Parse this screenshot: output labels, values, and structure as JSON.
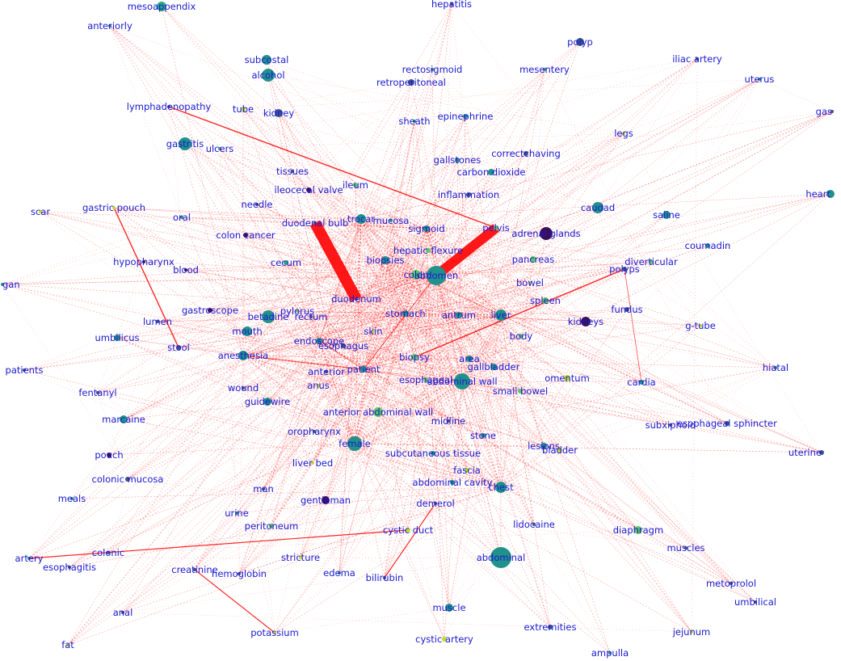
{
  "graph": {
    "edge_color": "#ff0000",
    "label_color": "#1a1ad0",
    "node_palette": [
      "#3b0f57",
      "#3b528b",
      "#21918c",
      "#2aa784",
      "#5ec962",
      "#bddf26"
    ],
    "nodes": [
      {
        "id": "mesoappendix",
        "label": "mesoappendix",
        "c": 3
      },
      {
        "id": "hepatitis",
        "label": "hepatitis",
        "c": 1
      },
      {
        "id": "anteriorly",
        "label": "anteriorly",
        "c": 2
      },
      {
        "id": "polyp",
        "label": "polyp",
        "c": 1
      },
      {
        "id": "subcostal",
        "label": "subcostal",
        "c": 2
      },
      {
        "id": "alcohol",
        "label": "alcohol",
        "c": 2
      },
      {
        "id": "rectosigmoid",
        "label": "rectosigmoid",
        "c": 2
      },
      {
        "id": "retroperitoneal",
        "label": "retroperitoneal",
        "c": 1
      },
      {
        "id": "mesentery",
        "label": "mesentery",
        "c": 3
      },
      {
        "id": "iliac-artery",
        "label": "iliac artery",
        "c": 1
      },
      {
        "id": "uterus",
        "label": "uterus",
        "c": 2
      },
      {
        "id": "lymphadenopathy",
        "label": "lymphadenopathy",
        "c": 1
      },
      {
        "id": "tube",
        "label": "tube",
        "c": 5
      },
      {
        "id": "kidney",
        "label": "kidney",
        "c": 1
      },
      {
        "id": "gas",
        "label": "gas",
        "c": 1
      },
      {
        "id": "sheath",
        "label": "sheath",
        "c": 2
      },
      {
        "id": "epinephrine",
        "label": "epinephrine",
        "c": 2
      },
      {
        "id": "legs",
        "label": "legs",
        "c": 5
      },
      {
        "id": "gastritis",
        "label": "gastritis",
        "c": 2
      },
      {
        "id": "ulcers",
        "label": "ulcers",
        "c": 3
      },
      {
        "id": "correctchaving",
        "label": "correctchaving",
        "c": 1
      },
      {
        "id": "gallstones",
        "label": "gallstones",
        "c": 2
      },
      {
        "id": "carbon-dioxide",
        "label": "carbon dioxide",
        "c": 2
      },
      {
        "id": "tissues",
        "label": "tissues",
        "c": 1
      },
      {
        "id": "ileocecal-valve",
        "label": "ileocecal valve",
        "c": 0
      },
      {
        "id": "ileum",
        "label": "ileum",
        "c": 4
      },
      {
        "id": "inflammation",
        "label": "inflammation",
        "c": 1
      },
      {
        "id": "heart",
        "label": "heart",
        "c": 2
      },
      {
        "id": "scar",
        "label": "scar",
        "c": 5
      },
      {
        "id": "gastric-pouch",
        "label": "gastric pouch",
        "c": 5
      },
      {
        "id": "needle",
        "label": "needle",
        "c": 1
      },
      {
        "id": "oral",
        "label": "oral",
        "c": 2
      },
      {
        "id": "duodenal-bulb",
        "label": "duodenal bulb",
        "c": 1
      },
      {
        "id": "trocar",
        "label": "trocar",
        "c": 2
      },
      {
        "id": "mucosa",
        "label": "mucosa",
        "c": 2
      },
      {
        "id": "pelvis",
        "label": "pelvis",
        "c": 4
      },
      {
        "id": "caudad",
        "label": "caudad",
        "c": 2
      },
      {
        "id": "saline",
        "label": "saline",
        "c": 2
      },
      {
        "id": "sigmoid",
        "label": "sigmoid",
        "c": 2
      },
      {
        "id": "colon-cancer",
        "label": "colon cancer",
        "c": 0
      },
      {
        "id": "adrenal-glands",
        "label": "adrenal glands",
        "c": 0
      },
      {
        "id": "hepatic-flexure",
        "label": "hepatic flexure",
        "c": 4
      },
      {
        "id": "coumadin",
        "label": "coumadin",
        "c": 2
      },
      {
        "id": "hypopharynx",
        "label": "hypopharynx",
        "c": 0
      },
      {
        "id": "cecum",
        "label": "cecum",
        "c": 3
      },
      {
        "id": "biopsies",
        "label": "biopsies",
        "c": 2
      },
      {
        "id": "pancreas",
        "label": "pancreas",
        "c": 4
      },
      {
        "id": "diverticular",
        "label": "diverticular",
        "c": 4
      },
      {
        "id": "polyps",
        "label": "polyps",
        "c": 1
      },
      {
        "id": "colon",
        "label": "colon",
        "c": 4
      },
      {
        "id": "abdomen",
        "label": "abdomen",
        "c": 2
      },
      {
        "id": "blood",
        "label": "blood",
        "c": 0
      },
      {
        "id": "bowel",
        "label": "bowel",
        "c": 5
      },
      {
        "id": "gan",
        "label": "gan",
        "c": 2
      },
      {
        "id": "duodenum",
        "label": "duodenum",
        "c": 1
      },
      {
        "id": "spleen",
        "label": "spleen",
        "c": 4
      },
      {
        "id": "gastroscope",
        "label": "gastroscope",
        "c": 0
      },
      {
        "id": "pylorus",
        "label": "pylorus",
        "c": 4
      },
      {
        "id": "rectum",
        "label": "rectum",
        "c": 1
      },
      {
        "id": "betadine",
        "label": "betadine",
        "c": 2
      },
      {
        "id": "stomach",
        "label": "stomach",
        "c": 2
      },
      {
        "id": "antrum",
        "label": "antrum",
        "c": 2
      },
      {
        "id": "liver",
        "label": "liver",
        "c": 2
      },
      {
        "id": "lumen",
        "label": "lumen",
        "c": 1
      },
      {
        "id": "fundus",
        "label": "fundus",
        "c": 1
      },
      {
        "id": "kidneys",
        "label": "kidneys",
        "c": 0
      },
      {
        "id": "g-tube",
        "label": "g-tube",
        "c": 5
      },
      {
        "id": "skin",
        "label": "skin",
        "c": 5
      },
      {
        "id": "mouth",
        "label": "mouth",
        "c": 2
      },
      {
        "id": "umbilicus",
        "label": "umbilicus",
        "c": 2
      },
      {
        "id": "endoscope",
        "label": "endoscope",
        "c": 2
      },
      {
        "id": "esophagus",
        "label": "esophagus",
        "c": 1
      },
      {
        "id": "body",
        "label": "body",
        "c": 4
      },
      {
        "id": "stool",
        "label": "stool",
        "c": 1
      },
      {
        "id": "anesthesia",
        "label": "anesthesia",
        "c": 2
      },
      {
        "id": "biopsy",
        "label": "biopsy",
        "c": 4
      },
      {
        "id": "area",
        "label": "area",
        "c": 2
      },
      {
        "id": "hiatal",
        "label": "hiatal",
        "c": 2
      },
      {
        "id": "patients",
        "label": "patients",
        "c": 1
      },
      {
        "id": "anterior",
        "label": "anterior",
        "c": 1
      },
      {
        "id": "patient",
        "label": "patient",
        "c": 2
      },
      {
        "id": "gallbladder",
        "label": "gallbladder",
        "c": 2
      },
      {
        "id": "omentum",
        "label": "omentum",
        "c": 5
      },
      {
        "id": "esophageal",
        "label": "esophageal",
        "c": 4
      },
      {
        "id": "abdominal-wall",
        "label": "abdominal wall",
        "c": 2
      },
      {
        "id": "cardia",
        "label": "cardia",
        "c": 2
      },
      {
        "id": "anus",
        "label": "anus",
        "c": 5
      },
      {
        "id": "wound",
        "label": "wound",
        "c": 1
      },
      {
        "id": "fentanyl",
        "label": "fentanyl",
        "c": 1
      },
      {
        "id": "small-bowel",
        "label": "small bowel",
        "c": 4
      },
      {
        "id": "guidewire",
        "label": "guidewire",
        "c": 2
      },
      {
        "id": "marcaine",
        "label": "marcaine",
        "c": 2
      },
      {
        "id": "anterior-abdominal-wall",
        "label": "anterior abdominal wall",
        "c": 4
      },
      {
        "id": "midline",
        "label": "midline",
        "c": 1
      },
      {
        "id": "subxiphoid",
        "label": "subxiphoid",
        "c": 1
      },
      {
        "id": "esophageal-sphincter",
        "label": "esophageal sphincter",
        "c": 1
      },
      {
        "id": "oropharynx",
        "label": "oropharynx",
        "c": 1
      },
      {
        "id": "stone",
        "label": "stone",
        "c": 2
      },
      {
        "id": "female",
        "label": "female",
        "c": 2
      },
      {
        "id": "lesions",
        "label": "lesions",
        "c": 2
      },
      {
        "id": "bladder",
        "label": "bladder",
        "c": 5
      },
      {
        "id": "uterine",
        "label": "uterine",
        "c": 1
      },
      {
        "id": "pouch",
        "label": "pouch",
        "c": 0
      },
      {
        "id": "subcutaneous-tissue",
        "label": "subcutaneous tissue",
        "c": 2
      },
      {
        "id": "liver-bed",
        "label": "liver bed",
        "c": 5
      },
      {
        "id": "fascia",
        "label": "fascia",
        "c": 5
      },
      {
        "id": "colonic-mucosa",
        "label": "colonic mucosa",
        "c": 1
      },
      {
        "id": "abdominal-cavity",
        "label": "abdominal cavity",
        "c": 2
      },
      {
        "id": "chest",
        "label": "chest",
        "c": 2
      },
      {
        "id": "man",
        "label": "man",
        "c": 1
      },
      {
        "id": "meals",
        "label": "meals",
        "c": 2
      },
      {
        "id": "gentleman",
        "label": "gentleman",
        "c": 0
      },
      {
        "id": "demerol",
        "label": "demerol",
        "c": 1
      },
      {
        "id": "urine",
        "label": "urine",
        "c": 2
      },
      {
        "id": "lidocaine",
        "label": "lidocaine",
        "c": 1
      },
      {
        "id": "peritoneum",
        "label": "peritoneum",
        "c": 4
      },
      {
        "id": "cystic-duct",
        "label": "cystic duct",
        "c": 5
      },
      {
        "id": "diaphragm",
        "label": "diaphragm",
        "c": 4
      },
      {
        "id": "muscles",
        "label": "muscles",
        "c": 1
      },
      {
        "id": "colonic",
        "label": "colonic",
        "c": 1
      },
      {
        "id": "artery",
        "label": "artery",
        "c": 2
      },
      {
        "id": "stricture",
        "label": "stricture",
        "c": 5
      },
      {
        "id": "abdominal",
        "label": "abdominal",
        "c": 2
      },
      {
        "id": "esophagitis",
        "label": "esophagitis",
        "c": 1
      },
      {
        "id": "creatinine",
        "label": "creatinine",
        "c": 1
      },
      {
        "id": "hemoglobin",
        "label": "hemoglobin",
        "c": 1
      },
      {
        "id": "edema",
        "label": "edema",
        "c": 2
      },
      {
        "id": "bilirubin",
        "label": "bilirubin",
        "c": 1
      },
      {
        "id": "metoprolol",
        "label": "metoprolol",
        "c": 1
      },
      {
        "id": "umbilical",
        "label": "umbilical",
        "c": 1
      },
      {
        "id": "muscle",
        "label": "muscle",
        "c": 2
      },
      {
        "id": "anal",
        "label": "anal",
        "c": 1
      },
      {
        "id": "extremities",
        "label": "extremities",
        "c": 1
      },
      {
        "id": "potassium",
        "label": "potassium",
        "c": 5
      },
      {
        "id": "jejunum",
        "label": "jejunum",
        "c": 5
      },
      {
        "id": "cystic-artery",
        "label": "cystic artery",
        "c": 5
      },
      {
        "id": "fat",
        "label": "fat",
        "c": 5
      },
      {
        "id": "ampulla",
        "label": "ampulla",
        "c": 2
      }
    ]
  }
}
